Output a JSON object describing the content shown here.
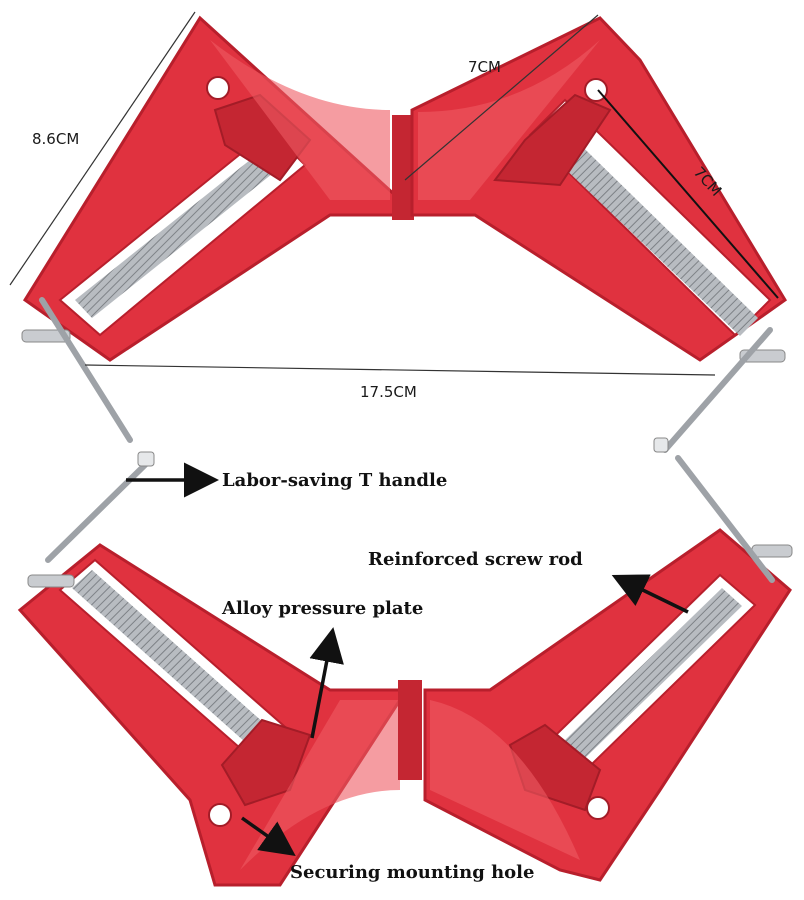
{
  "dimensions": {
    "arm_length": "8.6CM",
    "jaw_width_top": "7CM",
    "jaw_width_side": "7CM",
    "span": "17.5CM"
  },
  "callouts": {
    "t_handle": "Labor-saving T handle",
    "screw_rod": "Reinforced screw rod",
    "pressure_plate": "Alloy pressure plate",
    "mounting_hole": "Securing mounting hole"
  },
  "colors": {
    "clamp_body": "#e0323f",
    "clamp_shade": "#b81f2c",
    "clamp_light": "#ef5a63",
    "screw": "#a9adb2",
    "annotation": "#111111"
  }
}
